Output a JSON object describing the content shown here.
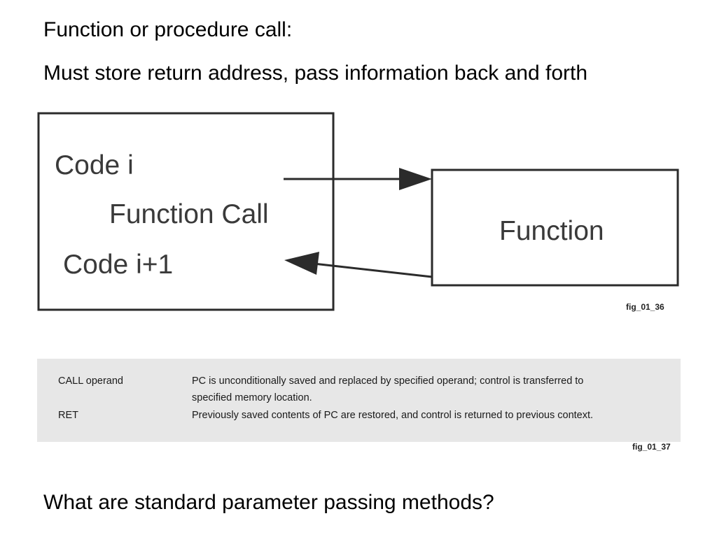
{
  "heading": {
    "line1": "Function or procedure call:",
    "line2": "Must store return address, pass information back and forth"
  },
  "diagram": {
    "caller_lines": [
      "Code i",
      "Function Call",
      "Code i+1"
    ],
    "callee_label": "Function",
    "figure_label": "fig_01_36"
  },
  "instruction_table": {
    "rows": [
      {
        "operand": "CALL operand",
        "description_lines": [
          "PC is unconditionally saved and replaced by specified operand; control is transferred to",
          "specified memory location."
        ]
      },
      {
        "operand": "RET",
        "description_lines": [
          "Previously saved contents of PC are restored, and control is returned to previous context."
        ]
      }
    ],
    "figure_label": "fig_01_37"
  },
  "question": "What are standard parameter passing methods?"
}
